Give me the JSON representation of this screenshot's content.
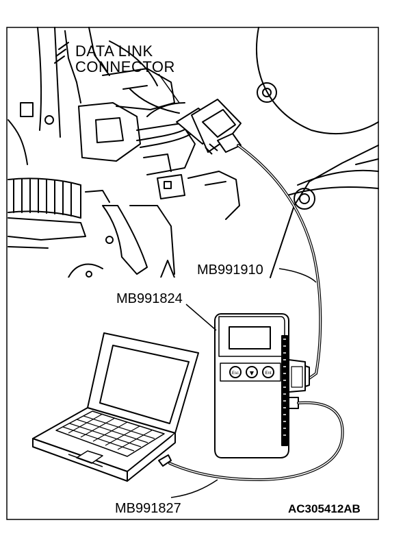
{
  "labels": {
    "connector_line1": "DATA LINK",
    "connector_line2": "CONNECTOR",
    "cable_upper": "MB991910",
    "interface_unit": "MB991824",
    "cable_lower": "MB991827",
    "figure_code": "AC305412AB"
  },
  "device_buttons": [
    "Esc",
    "▼",
    "Ent"
  ],
  "colors": {
    "line": "#000000",
    "background": "#ffffff"
  }
}
